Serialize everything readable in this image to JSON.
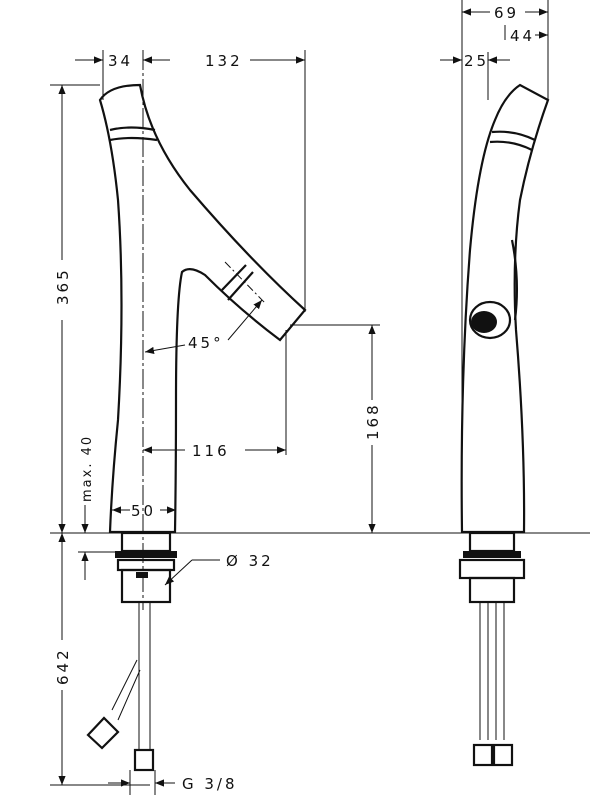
{
  "title": "Technical drawing: basin mixer front and side views",
  "dimensions": {
    "spout_offset_left": "34",
    "spout_reach": "132",
    "side_total_depth": "69",
    "side_top_depth": "44",
    "side_base_offset": "25",
    "total_height": "365",
    "spout_angle": "45°",
    "spout_outlet_height": "168",
    "outlet_reach": "116",
    "max_thickness": "max. 40",
    "base_width": "50",
    "thread_diameter": "Ø 32",
    "hose_length": "642",
    "hose_thread": "G 3/8"
  }
}
